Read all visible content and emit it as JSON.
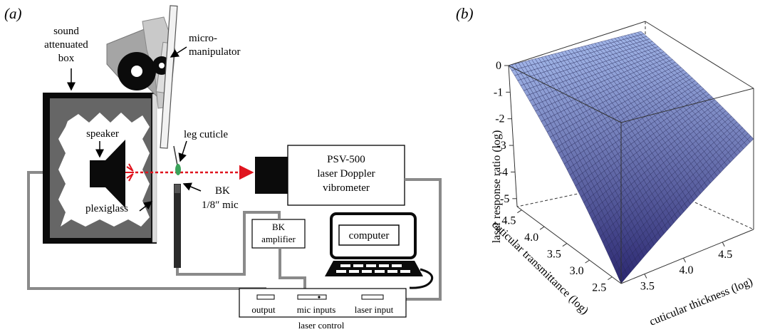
{
  "panel_a": {
    "label": "(a)",
    "sound_box": "sound attenuated box",
    "sound_box_lines": [
      "sound",
      "attenuated",
      "box"
    ],
    "micromanipulator_lines": [
      "micro-",
      "manipulator"
    ],
    "speaker": "speaker",
    "plexiglass": "plexiglass",
    "leg_cuticle": "leg cuticle",
    "vibrometer_lines": [
      "PSV-500",
      "laser Doppler",
      "vibrometer"
    ],
    "bk_mic_lines": [
      "BK",
      "1/8″ mic"
    ],
    "amplifier_lines": [
      "BK",
      "amplifier"
    ],
    "computer": "computer",
    "laser_control": "laser control",
    "ports": [
      "output",
      "mic inputs",
      "laser input"
    ]
  },
  "panel_b": {
    "label": "(b)"
  },
  "chart_data": {
    "type": "surface",
    "zlabel": "laser response ratio (log)",
    "ylabel": "cuticular transmittance (log)",
    "xlabel": "cuticular thickness (log)",
    "z_ticks": [
      "0",
      "-1",
      "-2",
      "-3",
      "-4",
      "-5"
    ],
    "y_ticks": [
      "4.5",
      "4.0",
      "3.5",
      "3.0",
      "2.5"
    ],
    "x_ticks": [
      "3.5",
      "4.0",
      "4.5"
    ],
    "zlim": [
      -5.3,
      0
    ],
    "ylim": [
      2.3,
      4.6
    ],
    "xlim": [
      3.2,
      4.9
    ],
    "corners": [
      {
        "thickness": 3.2,
        "transmittance": 2.3,
        "response": -5.3
      },
      {
        "thickness": 4.9,
        "transmittance": 2.3,
        "response": -1.9
      },
      {
        "thickness": 3.2,
        "transmittance": 4.6,
        "response": 0.0
      },
      {
        "thickness": 4.9,
        "transmittance": 4.6,
        "response": 0.0
      }
    ],
    "colors": {
      "low": "#2b2770",
      "high": "#9fb3e6"
    },
    "grid": true,
    "box": true
  }
}
